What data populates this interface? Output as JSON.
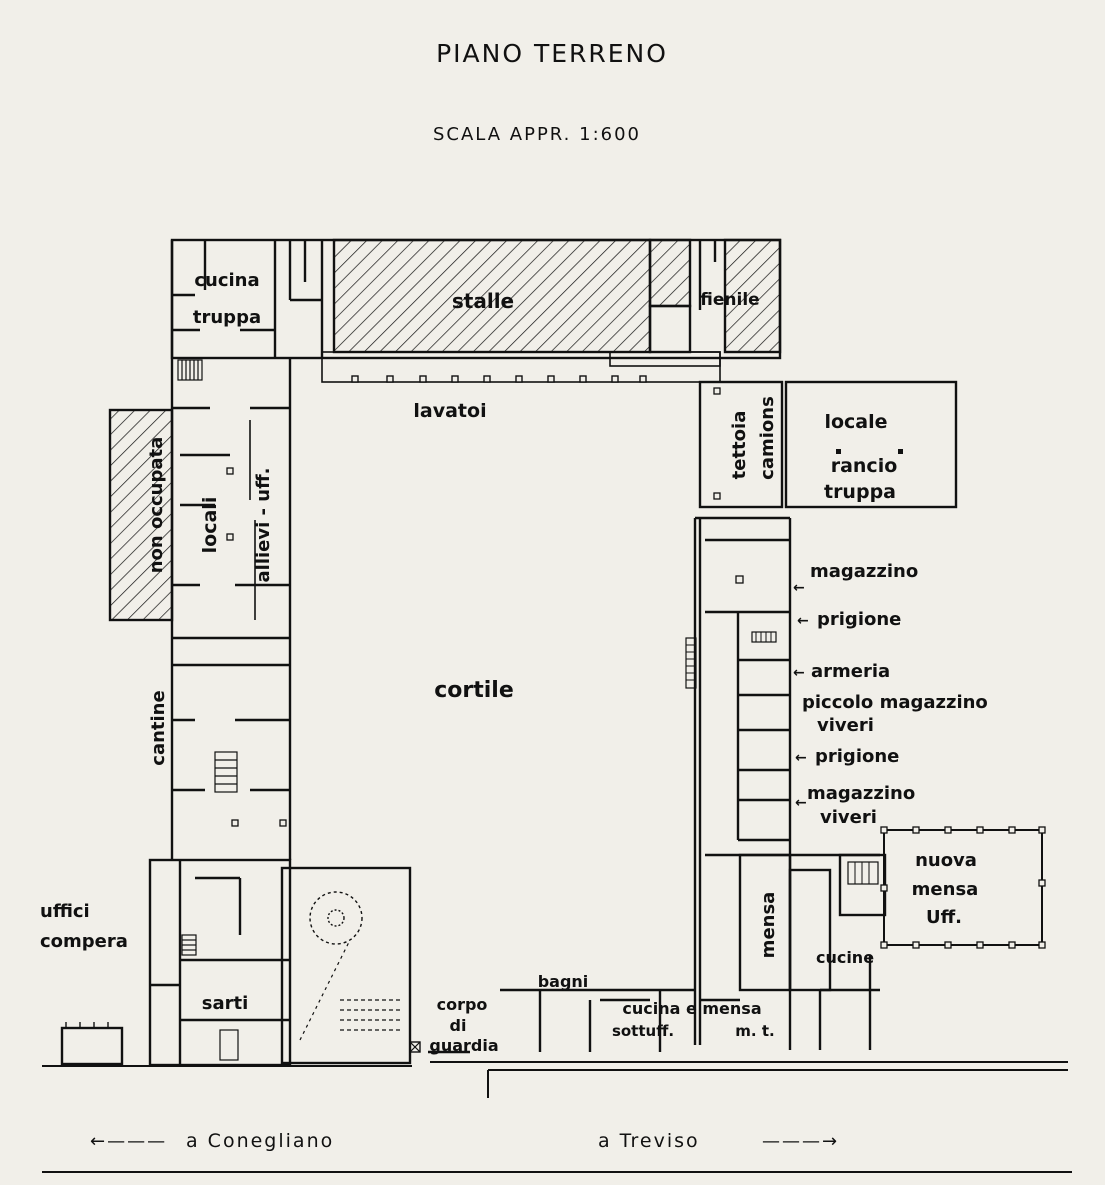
{
  "header": {
    "title": "PIANO TERRENO",
    "scale": "SCALA APPR.  1:600"
  },
  "rooms": {
    "cucina": "cucina",
    "truppa": "truppa",
    "stalle": "stalle",
    "fienile": "fienile",
    "lavatoi": "lavatoi",
    "tettoia": "tettoia",
    "camions": "camions",
    "locale": "locale",
    "rancio": "rancio",
    "truppa2": "truppa",
    "non_occupata": "non occupata",
    "locali": "locali",
    "allievi": "allievi - uff.",
    "magazzino1": "magazzino",
    "prigione1": "prigione",
    "armeria": "armeria",
    "piccolo_magazzino": "piccolo magazzino",
    "viveri1": "viveri",
    "prigione2": "prigione",
    "magazzino2": "magazzino",
    "viveri2": "viveri",
    "cortile": "cortile",
    "cantine": "cantine",
    "nuova": "nuova",
    "mensa_uff1": "mensa",
    "mensa_uff2": "Uff.",
    "mensa_vert": "mensa",
    "cucine": "cucine",
    "uffici": "uffici",
    "compera": "compera",
    "sarti": "sarti",
    "bagni": "bagni",
    "corpo": "corpo",
    "di": "di",
    "guardia": "guardia",
    "cucina_e_mensa": "cucina e mensa",
    "sottuff": "sottuff.",
    "mt": "m. t."
  },
  "directions": {
    "left": "a  Conegliano",
    "right": "a  Treviso"
  },
  "arrows": {
    "small": "←",
    "left_long": "←———",
    "right_long": "———→"
  }
}
